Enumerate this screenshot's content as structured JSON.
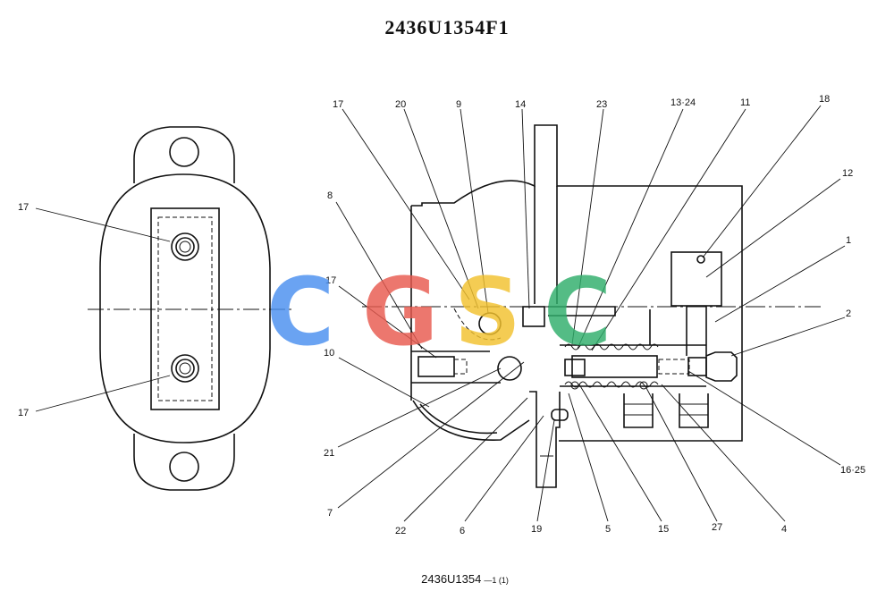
{
  "title": "2436U1354F1",
  "caption": "2436U1354",
  "caption_suffix": "—1 (1)",
  "watermark": {
    "letters": [
      "C",
      "G",
      "S",
      "C"
    ],
    "colors": [
      "#4a8ff0",
      "#e85a4f",
      "#f2c12e",
      "#2fae6b"
    ]
  },
  "callouts": {
    "left_top_17": "17",
    "left_bottom_17": "17",
    "c17_top": "17",
    "c20": "20",
    "c9": "9",
    "c14": "14",
    "c23": "23",
    "c13_24": "13·24",
    "c11": "11",
    "c18": "18",
    "c12": "12",
    "c1": "1",
    "c2": "2",
    "c8": "8",
    "c17_mid": "17",
    "c10": "10",
    "c21": "21",
    "c7": "7",
    "c22": "22",
    "c6": "6",
    "c19": "19",
    "c5": "5",
    "c15": "15",
    "c27": "27",
    "c4": "4",
    "c16_25": "16·25"
  }
}
